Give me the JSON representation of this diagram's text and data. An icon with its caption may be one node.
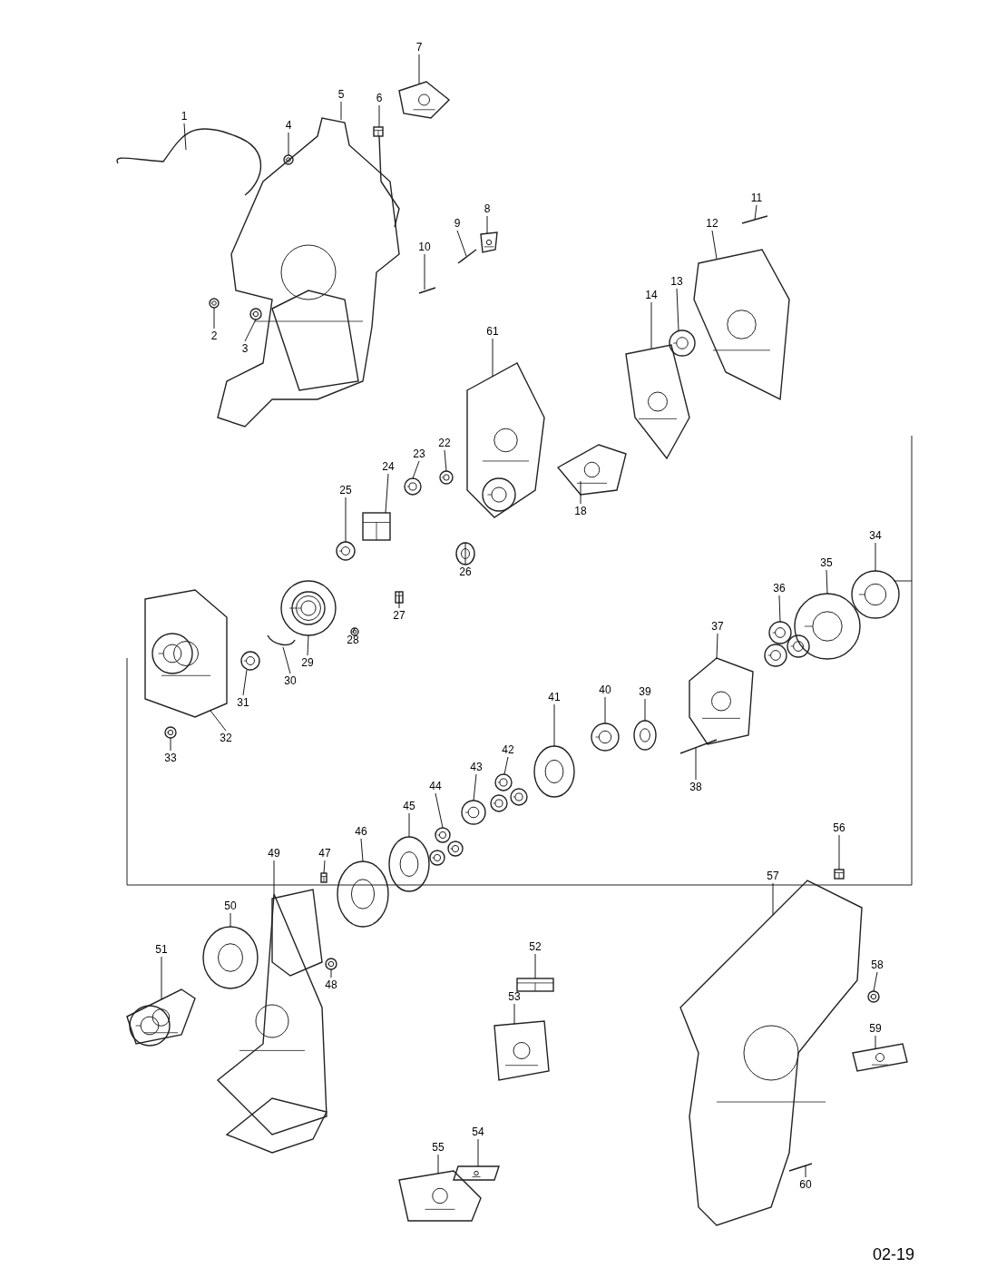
{
  "diagram": {
    "nodes": [
      {
        "text": [
          "1"
        ]
      },
      {
        "text": [
          "2"
        ]
      },
      {
        "text": [
          "3"
        ]
      },
      {
        "text": [
          "4"
        ]
      },
      {
        "text": [
          "5"
        ]
      },
      {
        "text": [
          "6"
        ]
      },
      {
        "text": [
          "7"
        ]
      },
      {
        "text": [
          "8"
        ]
      },
      {
        "text": [
          "9"
        ]
      },
      {
        "text": [
          "10"
        ]
      },
      {
        "text": [
          "11"
        ]
      },
      {
        "text": [
          "12"
        ]
      },
      {
        "text": [
          "13"
        ]
      },
      {
        "text": [
          "14"
        ]
      },
      {
        "text": [
          "61"
        ]
      },
      {
        "text": [
          "22"
        ]
      },
      {
        "text": [
          "23"
        ]
      },
      {
        "text": [
          "24"
        ]
      },
      {
        "text": [
          "25"
        ]
      },
      {
        "text": [
          "18"
        ]
      },
      {
        "text": [
          "26"
        ]
      },
      {
        "text": [
          "27"
        ]
      },
      {
        "text": [
          "28"
        ]
      },
      {
        "text": [
          "29"
        ]
      },
      {
        "text": [
          "30"
        ]
      },
      {
        "text": [
          "31"
        ]
      },
      {
        "text": [
          "32"
        ]
      },
      {
        "text": [
          "33"
        ]
      },
      {
        "text": [
          "34"
        ]
      },
      {
        "text": [
          "35"
        ]
      },
      {
        "text": [
          "36"
        ]
      },
      {
        "text": [
          "37"
        ]
      },
      {
        "text": [
          "38"
        ]
      },
      {
        "text": [
          "39"
        ]
      },
      {
        "text": [
          "40"
        ]
      },
      {
        "text": [
          "41"
        ]
      },
      {
        "text": [
          "42"
        ]
      },
      {
        "text": [
          "43"
        ]
      },
      {
        "text": [
          "44"
        ]
      },
      {
        "text": [
          "45"
        ]
      },
      {
        "text": [
          "46"
        ]
      },
      {
        "text": [
          "47"
        ]
      },
      {
        "text": [
          "48"
        ]
      },
      {
        "text": [
          "49"
        ]
      },
      {
        "text": [
          "50"
        ]
      },
      {
        "text": [
          "51"
        ]
      },
      {
        "text": [
          "52"
        ]
      },
      {
        "text": [
          "53"
        ]
      },
      {
        "text": [
          "54"
        ]
      },
      {
        "text": [
          "55"
        ]
      },
      {
        "text": [
          "56"
        ]
      },
      {
        "text": [
          "57"
        ]
      },
      {
        "text": [
          "58"
        ]
      },
      {
        "text": [
          "59"
        ]
      },
      {
        "text": [
          "60"
        ]
      },
      {
        "text": [],
        "shape": "picture"
      },
      {
        "text": [],
        "shape": "picture"
      },
      {
        "text": [],
        "shape": "picture"
      },
      {
        "text": [],
        "shape": "picture"
      },
      {
        "text": [],
        "shape": "picture"
      },
      {
        "text": [],
        "shape": "picture"
      },
      {
        "text": [],
        "shape": "picture"
      },
      {
        "text": [],
        "shape": "picture"
      },
      {
        "text": [],
        "shape": "picture"
      },
      {
        "text": [],
        "shape": "picture"
      },
      {
        "text": [],
        "shape": "picture"
      },
      {
        "text": [],
        "shape": "picture"
      },
      {
        "text": [],
        "shape": "picture"
      },
      {
        "text": [],
        "shape": "picture"
      },
      {
        "text": [],
        "shape": "picture"
      },
      {
        "text": [],
        "shape": "picture"
      },
      {
        "text": [],
        "shape": "picture"
      },
      {
        "text": [],
        "shape": "picture"
      },
      {
        "text": [],
        "shape": "picture"
      },
      {
        "text": [],
        "shape": "picture"
      },
      {
        "text": [],
        "shape": "picture"
      },
      {
        "text": [],
        "shape": "picture"
      },
      {
        "text": [],
        "shape": "picture"
      },
      {
        "text": [],
        "shape": "picture"
      },
      {
        "text": [],
        "shape": "picture"
      },
      {
        "text": [],
        "shape": "picture"
      },
      {
        "text": [],
        "shape": "picture"
      },
      {
        "text": [],
        "shape": "picture"
      },
      {
        "text": [],
        "shape": "picture"
      },
      {
        "text": [],
        "shape": "picture"
      },
      {
        "text": [],
        "shape": "picture"
      },
      {
        "text": [],
        "shape": "picture"
      },
      {
        "text": [],
        "shape": "picture"
      },
      {
        "text": [],
        "shape": "picture"
      },
      {
        "text": [],
        "shape": "picture"
      },
      {
        "text": [],
        "shape": "picture"
      },
      {
        "text": [],
        "shape": "picture"
      },
      {
        "text": [],
        "shape": "picture"
      },
      {
        "text": [],
        "shape": "picture"
      },
      {
        "text": [],
        "shape": "picture"
      },
      {
        "text": [],
        "shape": "picture"
      },
      {
        "text": [],
        "shape": "picture"
      },
      {
        "text": [],
        "shape": "picture"
      },
      {
        "text": [],
        "shape": "picture"
      },
      {
        "text": [],
        "shape": "picture"
      },
      {
        "text": [],
        "shape": "picture"
      },
      {
        "text": [],
        "shape": "picture"
      },
      {
        "text": [],
        "shape": "picture"
      },
      {
        "text": [],
        "shape": "picture"
      },
      {
        "text": [],
        "shape": "picture"
      },
      {
        "text": [],
        "shape": "picture"
      },
      {
        "text": [],
        "shape": "picture"
      },
      {
        "text": [],
        "shape": "picture"
      },
      {
        "text": [],
        "shape": "picture"
      },
      {
        "text": [],
        "shape": "picture"
      }
    ],
    "edges": [
      {
        "from": 0,
        "to": 55,
        "arrow": "none"
      },
      {
        "from": 1,
        "to": 56,
        "arrow": "none"
      },
      {
        "from": 2,
        "to": 57,
        "arrow": "none"
      },
      {
        "from": 3,
        "to": 58,
        "arrow": "none"
      },
      {
        "from": 4,
        "to": 59,
        "arrow": "none"
      },
      {
        "from": 5,
        "to": 60,
        "arrow": "none"
      },
      {
        "from": 6,
        "to": 61,
        "arrow": "none"
      },
      {
        "from": 7,
        "to": 62,
        "arrow": "none"
      },
      {
        "from": 8,
        "to": 63,
        "arrow": "none"
      },
      {
        "from": 9,
        "to": 64,
        "arrow": "none"
      },
      {
        "from": 10,
        "to": 65,
        "arrow": "none"
      },
      {
        "from": 11,
        "to": 66,
        "arrow": "none"
      },
      {
        "from": 12,
        "to": 67,
        "arrow": "none"
      },
      {
        "from": 13,
        "to": 68,
        "arrow": "none"
      },
      {
        "from": 14,
        "to": 69,
        "arrow": "none"
      },
      {
        "from": 15,
        "to": 70,
        "arrow": "none"
      },
      {
        "from": 16,
        "to": 71,
        "arrow": "none"
      },
      {
        "from": 17,
        "to": 72,
        "arrow": "none"
      },
      {
        "from": 18,
        "to": 73,
        "arrow": "none"
      },
      {
        "from": 19,
        "to": 74,
        "arrow": "none"
      },
      {
        "from": 20,
        "to": 75,
        "arrow": "none"
      },
      {
        "from": 21,
        "to": 76,
        "arrow": "none"
      },
      {
        "from": 22,
        "to": 77,
        "arrow": "none"
      },
      {
        "from": 23,
        "to": 78,
        "arrow": "none"
      },
      {
        "from": 24,
        "to": 79,
        "arrow": "none"
      },
      {
        "from": 25,
        "to": 80,
        "arrow": "none"
      },
      {
        "from": 26,
        "to": 81,
        "arrow": "none"
      },
      {
        "from": 27,
        "to": 82,
        "arrow": "none"
      },
      {
        "from": 28,
        "to": 83,
        "arrow": "none"
      },
      {
        "from": 29,
        "to": 84,
        "arrow": "none"
      },
      {
        "from": 30,
        "to": 85,
        "arrow": "none"
      },
      {
        "from": 31,
        "to": 86,
        "arrow": "none"
      },
      {
        "from": 32,
        "to": 87,
        "arrow": "none"
      },
      {
        "from": 33,
        "to": 88,
        "arrow": "none"
      },
      {
        "from": 34,
        "to": 89,
        "arrow": "none"
      },
      {
        "from": 35,
        "to": 90,
        "arrow": "none"
      },
      {
        "from": 36,
        "to": 91,
        "arrow": "none"
      },
      {
        "from": 37,
        "to": 92,
        "arrow": "none"
      },
      {
        "from": 38,
        "to": 93,
        "arrow": "none"
      },
      {
        "from": 39,
        "to": 94,
        "arrow": "none"
      },
      {
        "from": 40,
        "to": 95,
        "arrow": "none"
      },
      {
        "from": 41,
        "to": 96,
        "arrow": "none"
      },
      {
        "from": 42,
        "to": 97,
        "arrow": "none"
      },
      {
        "from": 43,
        "to": 98,
        "arrow": "none"
      },
      {
        "from": 44,
        "to": 99,
        "arrow": "none"
      },
      {
        "from": 45,
        "to": 100,
        "arrow": "none"
      },
      {
        "from": 46,
        "to": 101,
        "arrow": "none"
      },
      {
        "from": 47,
        "to": 102,
        "arrow": "none"
      },
      {
        "from": 48,
        "to": 103,
        "arrow": "none"
      },
      {
        "from": 49,
        "to": 104,
        "arrow": "none"
      },
      {
        "from": 50,
        "to": 105,
        "arrow": "none"
      },
      {
        "from": 51,
        "to": 106,
        "arrow": "none"
      },
      {
        "from": 52,
        "to": 107,
        "arrow": "none"
      },
      {
        "from": 53,
        "to": 108,
        "arrow": "none"
      },
      {
        "from": 54,
        "to": 109,
        "arrow": "none"
      }
    ],
    "labels": [
      "02-19"
    ]
  }
}
